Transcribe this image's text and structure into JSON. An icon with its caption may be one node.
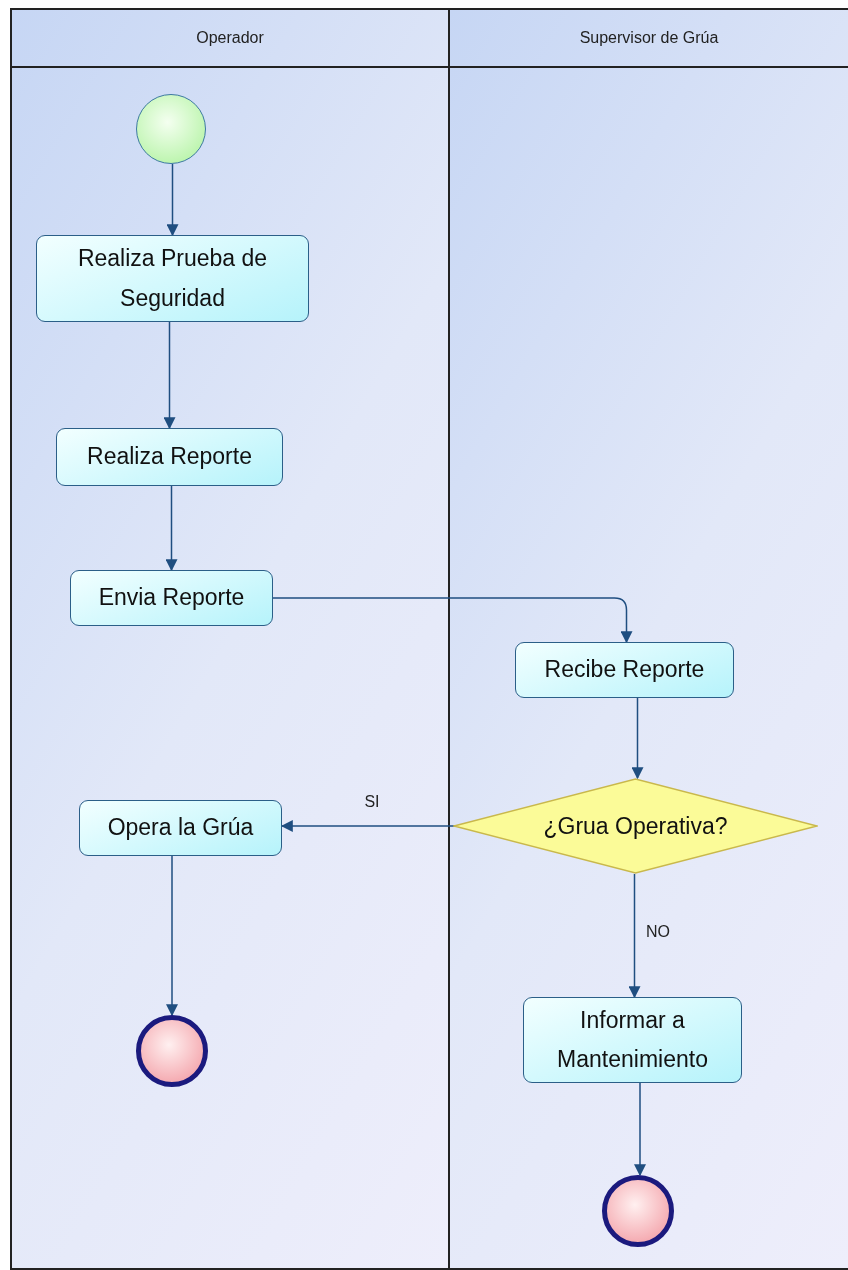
{
  "diagram": {
    "nodes": [
      {
        "text": [
          "Operador"
        ]
      },
      {
        "text": [
          "Supervisor de Grúa"
        ]
      },
      {
        "text": [],
        "shape": "circle",
        "in": 0
      },
      {
        "text": [
          "Realiza Prueba de Seguridad"
        ],
        "in": 0
      },
      {
        "text": [
          "Realiza Reporte"
        ],
        "in": 0
      },
      {
        "text": [
          "Envia Reporte"
        ],
        "in": 0
      },
      {
        "text": [
          "Recibe Reporte"
        ],
        "in": 1
      },
      {
        "text": [
          "¿Grua Operativa?"
        ],
        "in": 1
      },
      {
        "text": [
          "Opera la Grúa"
        ],
        "in": 0
      },
      {
        "text": [
          "Informar a Mantenimiento"
        ],
        "in": 1
      },
      {
        "text": [],
        "shape": "circle",
        "in": 0
      },
      {
        "text": [],
        "shape": "circle",
        "in": 1
      }
    ],
    "edges": [
      {
        "from": 2,
        "to": 3,
        "arrow": "to"
      },
      {
        "from": 3,
        "to": 4,
        "arrow": "to"
      },
      {
        "from": 4,
        "to": 5,
        "arrow": "to"
      },
      {
        "from": 5,
        "to": 6,
        "arrow": "to"
      },
      {
        "from": 6,
        "to": 7,
        "arrow": "to"
      },
      {
        "from": 7,
        "to": 8,
        "arrow": "to",
        "label": "SI"
      },
      {
        "from": 7,
        "to": 9,
        "arrow": "to",
        "label": "NO"
      },
      {
        "from": 8,
        "to": 10,
        "arrow": "to"
      },
      {
        "from": 9,
        "to": 11,
        "arrow": "to"
      }
    ]
  }
}
